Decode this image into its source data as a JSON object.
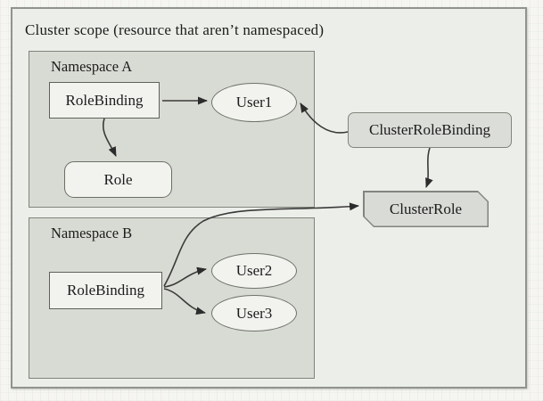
{
  "diagram": {
    "title": "Cluster scope (resource that aren’t namespaced)",
    "namespace_a": {
      "label": "Namespace A",
      "nodes": {
        "role_binding": "RoleBinding",
        "user1": "User1",
        "role": "Role"
      }
    },
    "namespace_b": {
      "label": "Namespace B",
      "nodes": {
        "role_binding": "RoleBinding",
        "user2": "User2",
        "user3": "User3"
      }
    },
    "cluster_nodes": {
      "cluster_role_binding": "ClusterRoleBinding",
      "cluster_role": "ClusterRole"
    },
    "edges": [
      {
        "from": "namespace-a-rolebinding",
        "to": "user1"
      },
      {
        "from": "namespace-a-rolebinding",
        "to": "role"
      },
      {
        "from": "cluster-role-binding",
        "to": "user1"
      },
      {
        "from": "cluster-role-binding",
        "to": "cluster-role"
      },
      {
        "from": "namespace-b-rolebinding",
        "to": "user2"
      },
      {
        "from": "namespace-b-rolebinding",
        "to": "user3"
      },
      {
        "from": "namespace-b-rolebinding",
        "to": "cluster-role"
      }
    ],
    "colors": {
      "page_background": "#f5f6f2",
      "cluster_box_fill": "#ecefe9",
      "cluster_box_border": "#90948c",
      "namespace_fill": "#d8dbd3",
      "namespace_border": "#7f837b",
      "node_fill": "#f2f3ef",
      "node_border": "#5d6159",
      "cluster_node_fill": "#dbded8",
      "arrow": "#3a3a3a",
      "text": "#1c1c1c"
    }
  }
}
